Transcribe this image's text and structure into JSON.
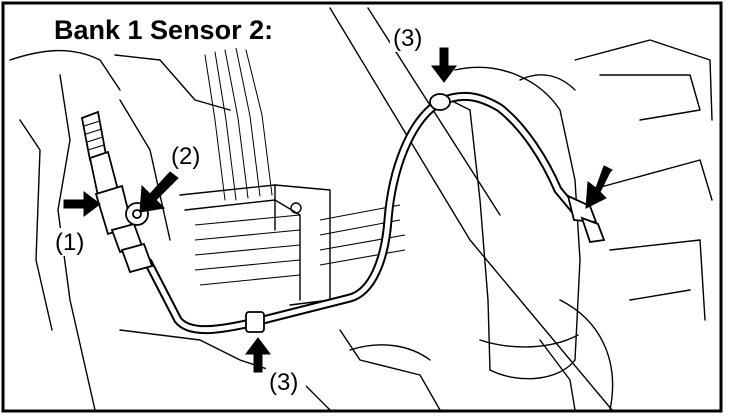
{
  "diagram": {
    "title": "Bank 1 Sensor 2:",
    "callouts": [
      {
        "id": "sensor",
        "text": "(1)"
      },
      {
        "id": "connector",
        "text": "(2)"
      },
      {
        "id": "clip-top",
        "text": "(3)"
      },
      {
        "id": "clip-bottom",
        "text": "(3)"
      }
    ]
  },
  "colors": {
    "line": "#000000",
    "background": "#ffffff"
  }
}
